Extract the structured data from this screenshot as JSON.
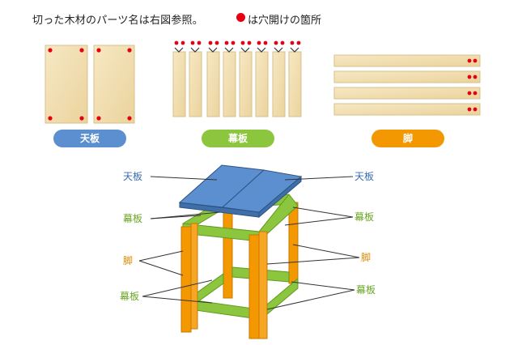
{
  "instruction": {
    "line1": "切った木材のパーツ名は右図参照。",
    "line2": "は穴開けの箇所"
  },
  "pills": {
    "tenban": "天板",
    "makuita": "幕板",
    "ashi": "脚"
  },
  "callouts": {
    "tenban_left": "天板",
    "tenban_right": "天板",
    "makuita_upper_left": "幕板",
    "makuita_upper_right": "幕板",
    "ashi_left": "脚",
    "ashi_right": "脚",
    "makuita_lower_left": "幕板",
    "makuita_lower_right": "幕板"
  },
  "colors": {
    "hole": "#e60012",
    "tenban": "#5b8fcf",
    "makuita": "#8cc63f",
    "ashi": "#f39800",
    "wood": "#f2dfb0"
  }
}
